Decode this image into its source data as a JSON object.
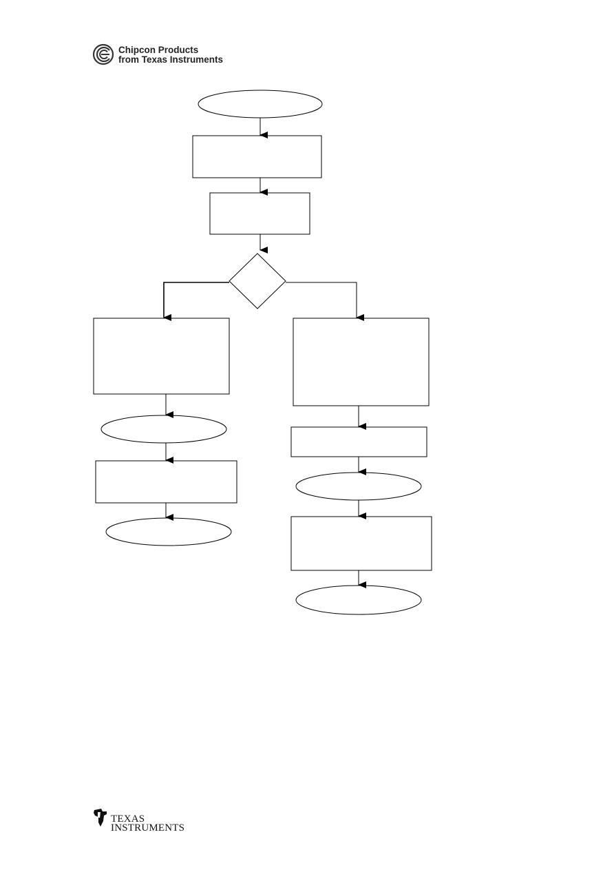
{
  "header": {
    "brand_line1": "Chipcon Products",
    "brand_line2": "from Texas Instruments",
    "mark_icon": "chipcon-logo-icon"
  },
  "footer": {
    "ti_line1": "TEXAS",
    "ti_line2": "INSTRUMENTS",
    "mark_icon": "texas-instruments-logo-icon"
  },
  "diagram": {
    "line_color": "#000000",
    "fill_color": "#ffffff",
    "nodes": [
      {
        "id": "start",
        "shape": "terminator",
        "label": ""
      },
      {
        "id": "step1",
        "shape": "process",
        "label": ""
      },
      {
        "id": "step2",
        "shape": "process",
        "label": ""
      },
      {
        "id": "decision",
        "shape": "decision",
        "label": ""
      },
      {
        "id": "left-process1",
        "shape": "process",
        "label": ""
      },
      {
        "id": "left-terminal1",
        "shape": "terminator",
        "label": ""
      },
      {
        "id": "left-process2",
        "shape": "process",
        "label": ""
      },
      {
        "id": "left-terminal2",
        "shape": "terminator",
        "label": ""
      },
      {
        "id": "right-process1",
        "shape": "process",
        "label": ""
      },
      {
        "id": "right-process2",
        "shape": "process",
        "label": ""
      },
      {
        "id": "right-terminal1",
        "shape": "terminator",
        "label": ""
      },
      {
        "id": "right-process3",
        "shape": "process",
        "label": ""
      },
      {
        "id": "right-terminal2",
        "shape": "terminator",
        "label": ""
      }
    ],
    "edges": [
      {
        "from": "start",
        "to": "step1"
      },
      {
        "from": "step1",
        "to": "step2"
      },
      {
        "from": "step2",
        "to": "decision"
      },
      {
        "from": "decision",
        "to": "left-process1"
      },
      {
        "from": "decision",
        "to": "right-process1"
      },
      {
        "from": "left-process1",
        "to": "left-terminal1"
      },
      {
        "from": "left-terminal1",
        "to": "left-process2"
      },
      {
        "from": "left-process2",
        "to": "left-terminal2"
      },
      {
        "from": "right-process1",
        "to": "right-process2"
      },
      {
        "from": "right-process2",
        "to": "right-terminal1"
      },
      {
        "from": "right-terminal1",
        "to": "right-process3"
      },
      {
        "from": "right-process3",
        "to": "right-terminal2"
      }
    ]
  }
}
